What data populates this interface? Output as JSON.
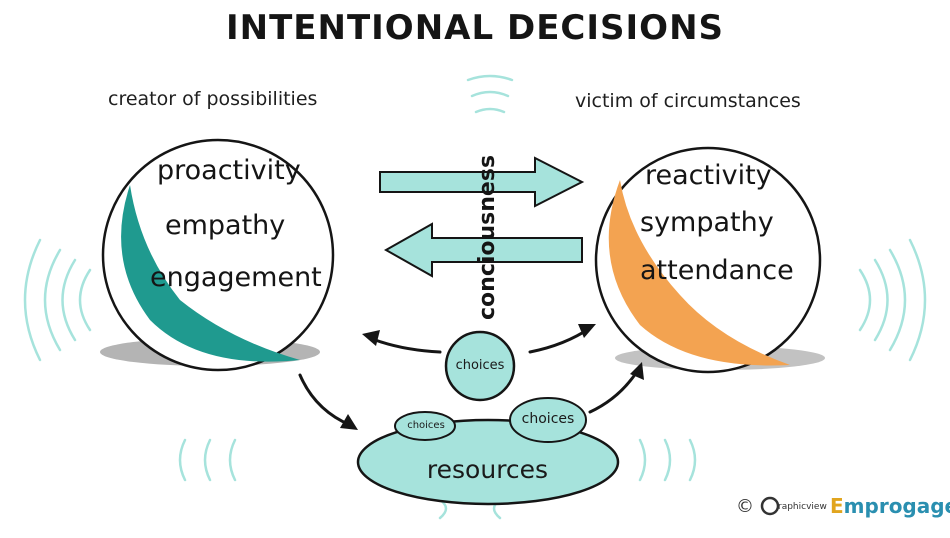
{
  "title": "INTENTIONAL DECISIONS",
  "left_ball": {
    "caption": "creator of possibilities",
    "words": [
      "proactivity",
      "empathy",
      "engagement"
    ],
    "color": "#1f9a8f"
  },
  "right_ball": {
    "caption": "victim of circumstances",
    "words": [
      "reactivity",
      "sympathy",
      "attendance"
    ],
    "color": "#f3a351"
  },
  "center_label": "conciousness",
  "choices_center": "choices",
  "choices_small_left": "choices",
  "choices_small_right": "choices",
  "resources": "resources",
  "colors": {
    "arrow_fill": "#a6e3dc",
    "bubble_fill": "#a6e3dc",
    "ink": "#151515"
  },
  "branding": {
    "copyright": "©",
    "graphic_logo": "raphicview",
    "emprogage_prefix": "E",
    "emprogage_rest": "mprogage"
  }
}
